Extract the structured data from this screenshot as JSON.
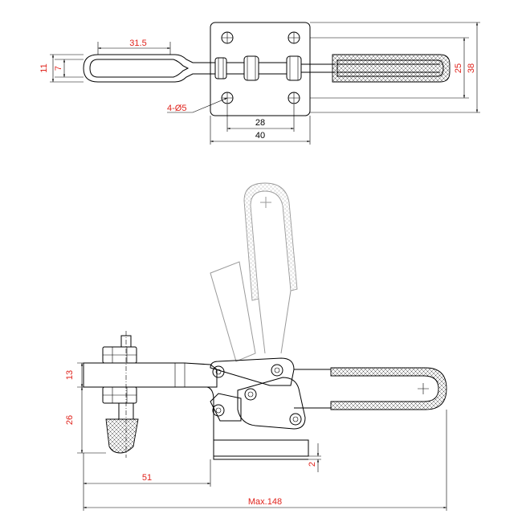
{
  "top_view": {
    "dims": {
      "handle_len": "31.5",
      "slot_inner": "7",
      "slot_outer": "11",
      "holes": "4-Ø5",
      "hole_pitch": "28",
      "base_width": "40",
      "grip_inner": "25",
      "grip_outer": "38"
    }
  },
  "side_view": {
    "dims": {
      "arm_height": "13",
      "spindle_height": "26",
      "base_thickness": "2",
      "reach": "51",
      "overall_length": "Max.148"
    }
  },
  "colors": {
    "dimension_text": "#e0231c",
    "line": "#000000",
    "ghost_line": "#9a9a9a"
  }
}
